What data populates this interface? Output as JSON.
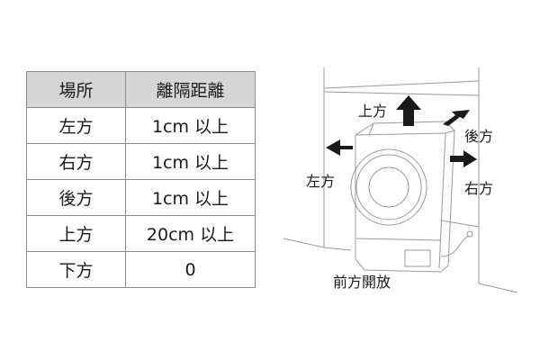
{
  "table": {
    "headers": [
      "場所",
      "離隔距離"
    ],
    "rows": [
      [
        "左方",
        "1cm 以上"
      ],
      [
        "右方",
        "1cm 以上"
      ],
      [
        "後方",
        "1cm 以上"
      ],
      [
        "上方",
        "20cm 以上"
      ],
      [
        "下方",
        "0"
      ]
    ]
  },
  "diagram": {
    "labels": {
      "top": "上方",
      "back": "後方",
      "left": "左方",
      "right": "右方",
      "front": "前方開放"
    },
    "colors": {
      "arrow": "#1a1a1a",
      "line": "#9a9a9a",
      "header_bg": "#d6d6d6"
    }
  }
}
